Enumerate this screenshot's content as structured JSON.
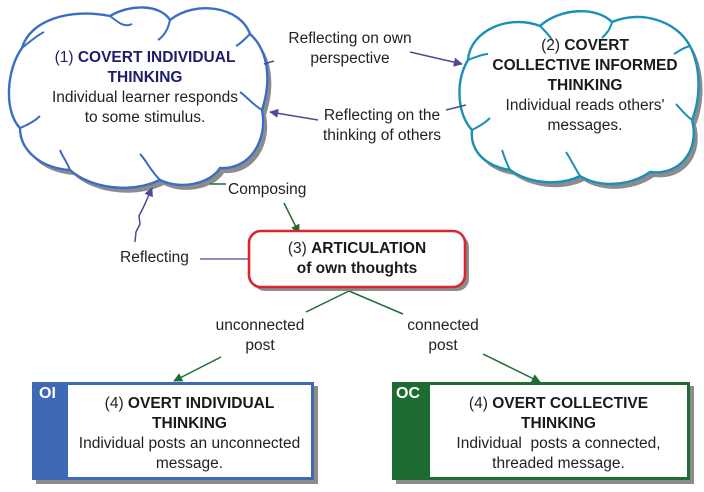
{
  "colors": {
    "cloud1_stroke": "#3a6ec6",
    "cloud2_stroke": "#1a8fb8",
    "arrow_purple": "#4b4a9a",
    "arrow_green": "#1e6b34",
    "articulation_border": "#d7262e",
    "oi_blue": "#3e69b5",
    "oc_green": "#1e6b34",
    "shadow": "#8c8c8c"
  },
  "nodes": {
    "covert_individual": {
      "number": "(1)",
      "title_line1": "COVERT INDIVIDUAL",
      "title_line2": "THINKING",
      "desc_line1": "Individual learner responds",
      "desc_line2": "to some stimulus."
    },
    "covert_collective": {
      "number": "(2)",
      "title_line1": "COVERT",
      "title_line2": "COLLECTIVE INFORMED",
      "title_line3": "THINKING",
      "desc_line1": "Individual reads others'",
      "desc_line2": "messages."
    },
    "articulation": {
      "number": "(3)",
      "title_line1": "ARTICULATION",
      "title_line2": "of own thoughts"
    },
    "overt_individual": {
      "tag": "OI",
      "number": "(4)",
      "title_line1": "OVERT INDIVIDUAL",
      "title_line2": "THINKING",
      "desc_line1": "Individual posts an unconnected",
      "desc_line2": "message."
    },
    "overt_collective": {
      "tag": "OC",
      "number": "(4)",
      "title_line1": "OVERT COLLECTIVE",
      "title_line2": "THINKING",
      "desc_line1": "Individual  posts a connected,",
      "desc_line2": "threaded message."
    }
  },
  "edges": {
    "reflecting_own": {
      "line1": "Reflecting on own",
      "line2": "perspective"
    },
    "reflecting_others": {
      "line1": "Reflecting on the",
      "line2": "thinking of others"
    },
    "composing": {
      "label": "Composing"
    },
    "reflecting": {
      "label": "Reflecting"
    },
    "unconnected_post": {
      "line1": "unconnected",
      "line2": "post"
    },
    "connected_post": {
      "line1": "connected",
      "line2": "post"
    }
  }
}
